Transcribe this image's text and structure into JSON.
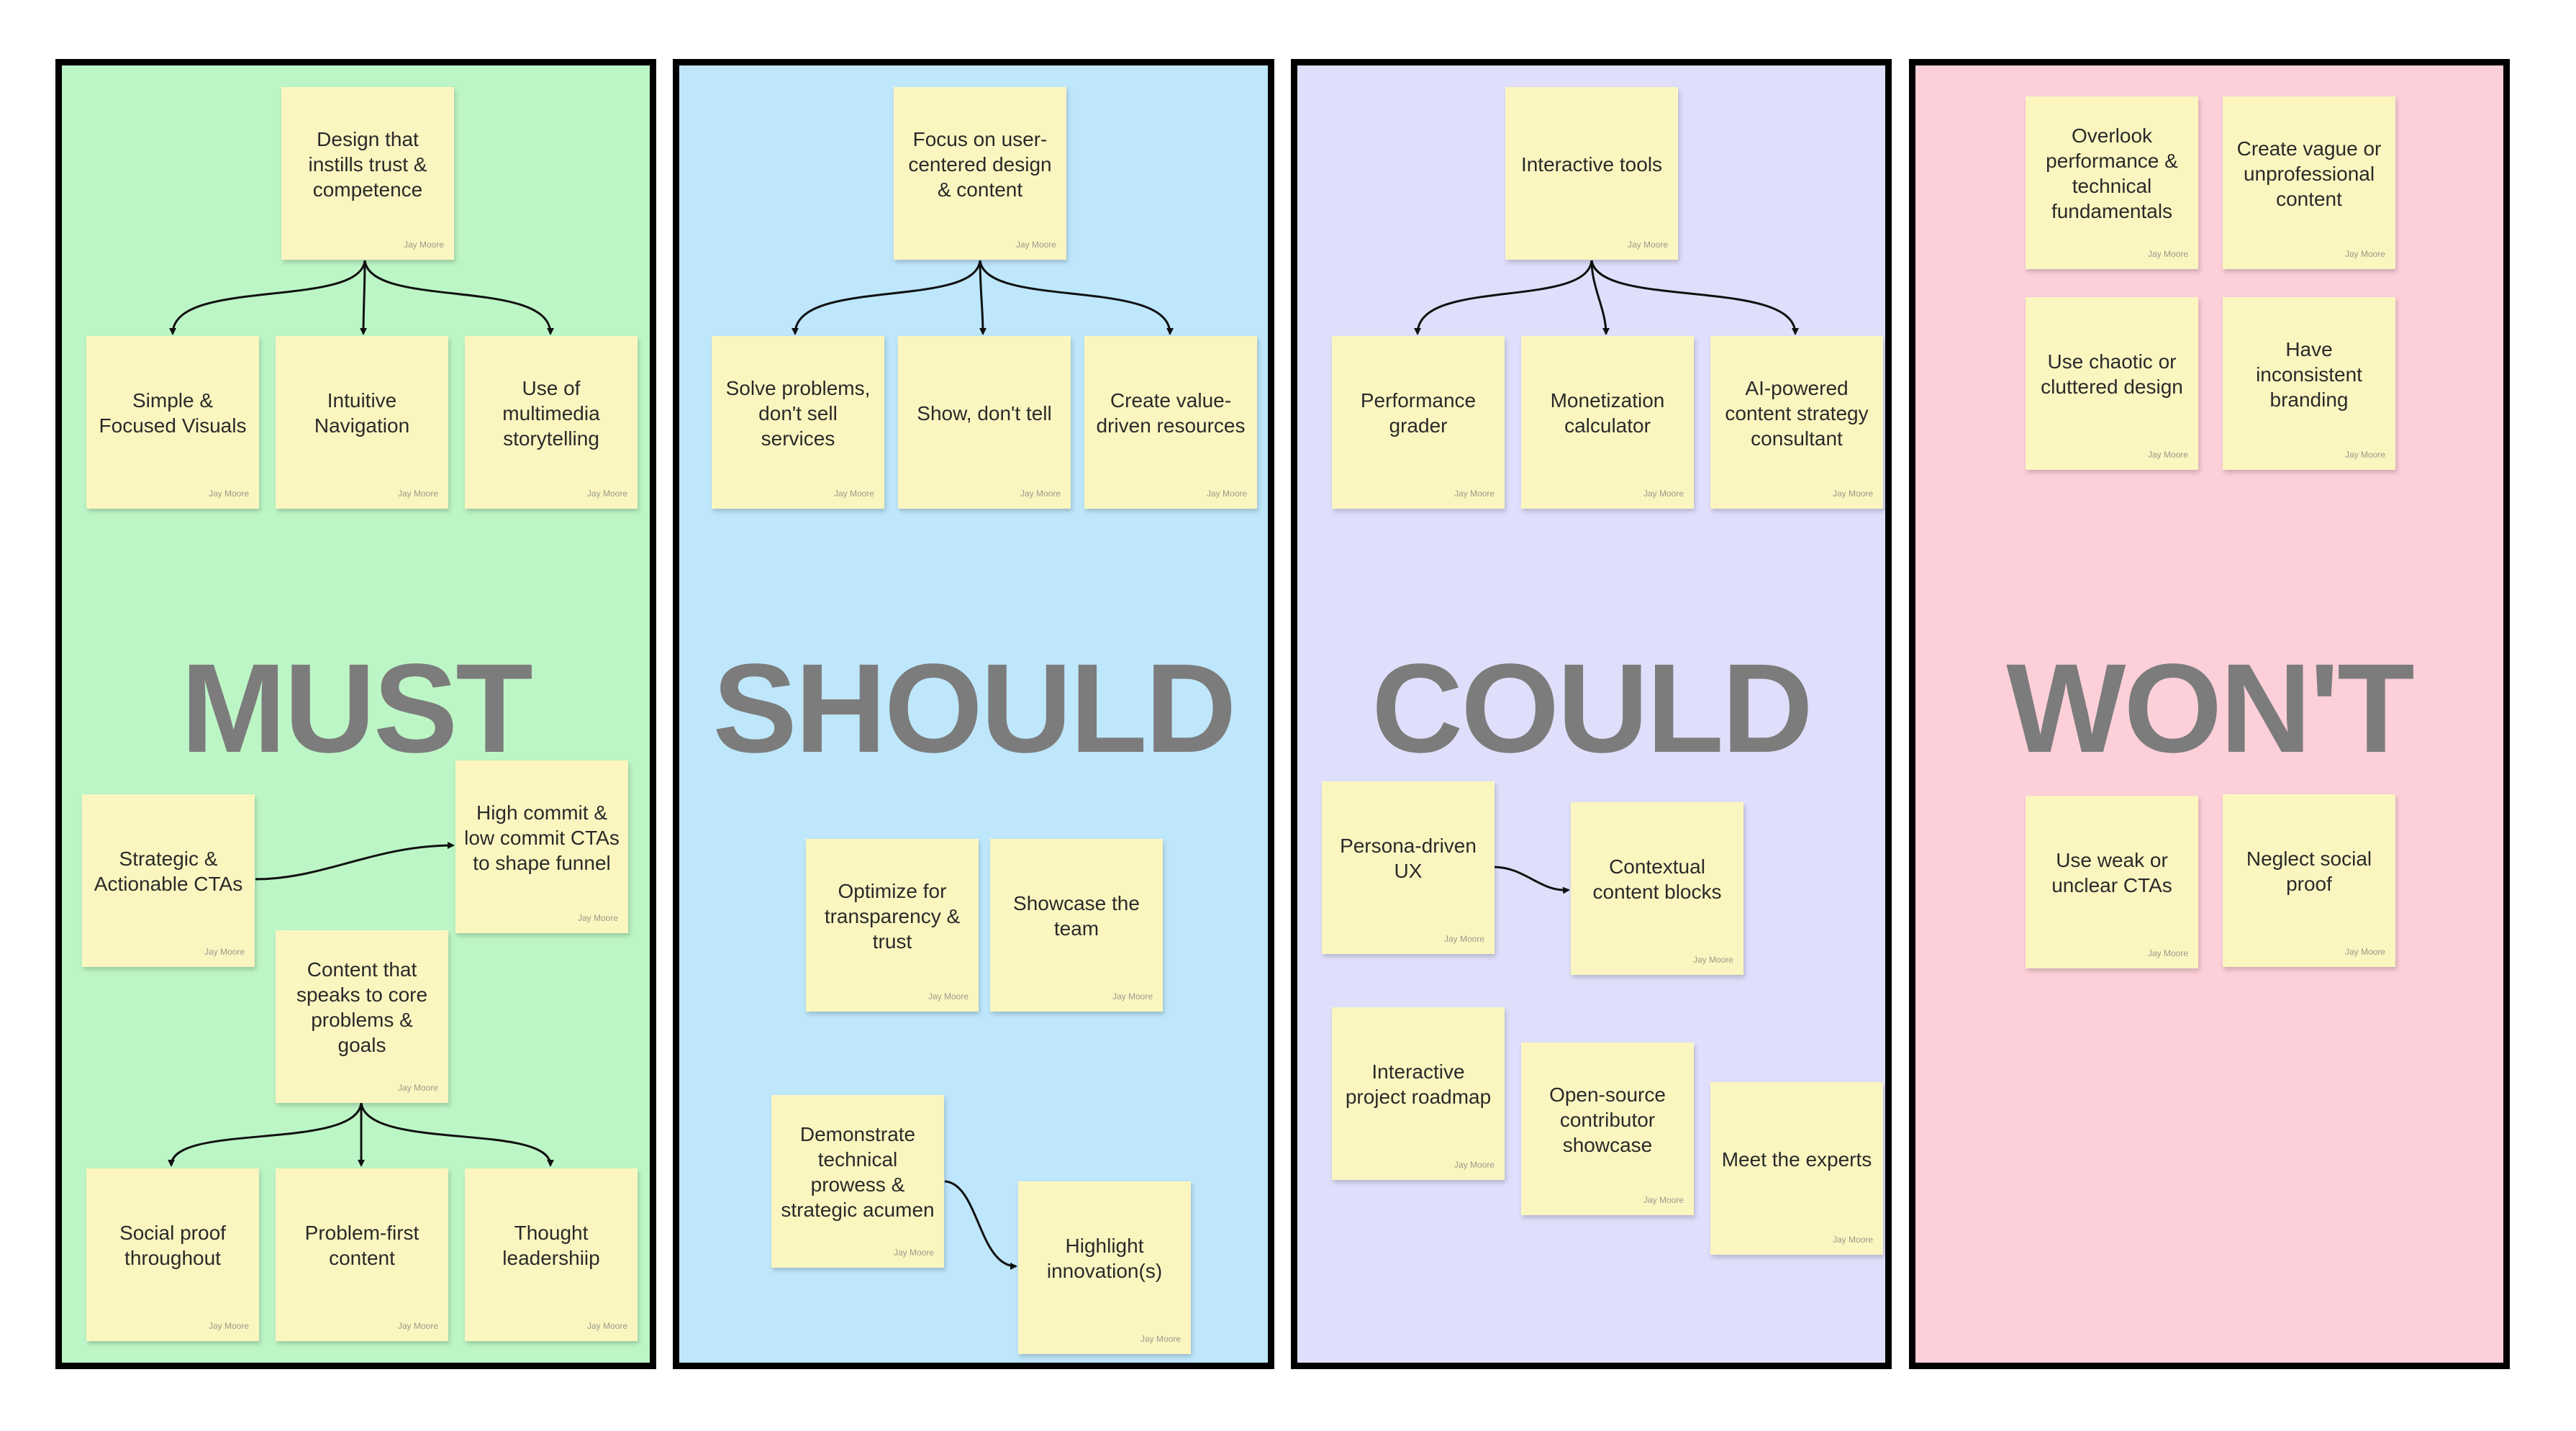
{
  "columns": {
    "must": {
      "heading": "MUST"
    },
    "should": {
      "heading": "SHOULD"
    },
    "could": {
      "heading": "COULD"
    },
    "wont": {
      "heading": "WON'T"
    }
  },
  "author": "Jay Moore",
  "notes": {
    "m1": "Design that instills trust & competence",
    "m2": "Simple & Focused Visuals",
    "m3": "Intuitive Navigation",
    "m4": "Use of multimedia storytelling",
    "m5": "Strategic & Actionable CTAs",
    "m6": "High commit & low commit CTAs to shape funnel",
    "m7": "Content that speaks to core problems & goals",
    "m8": "Social proof throughout",
    "m9": "Problem-first content",
    "m10": "Thought leadershiip",
    "s1": "Focus on user-centered design & content",
    "s2": "Solve problems, don't sell services",
    "s3": "Show, don't tell",
    "s4": "Create value-driven resources",
    "s5": "Optimize for transparency & trust",
    "s6": "Showcase the team",
    "s7": "Demonstrate technical prowess & strategic acumen",
    "s8": "Highlight innovation(s)",
    "c1": "Interactive tools",
    "c2": "Performance grader",
    "c3": "Monetization calculator",
    "c4": "AI-powered content strategy consultant",
    "c5": "Persona-driven UX",
    "c6": "Contextual content blocks",
    "c7": "Interactive project roadmap",
    "c8": "Open-source contributor showcase",
    "c9": "Meet the experts",
    "w1": "Overlook performance & technical fundamentals",
    "w2": "Create vague or unprofessional content",
    "w3": "Use chaotic or cluttered design",
    "w4": "Have inconsistent branding",
    "w5": "Use weak or unclear CTAs",
    "w6": "Neglect social proof"
  }
}
